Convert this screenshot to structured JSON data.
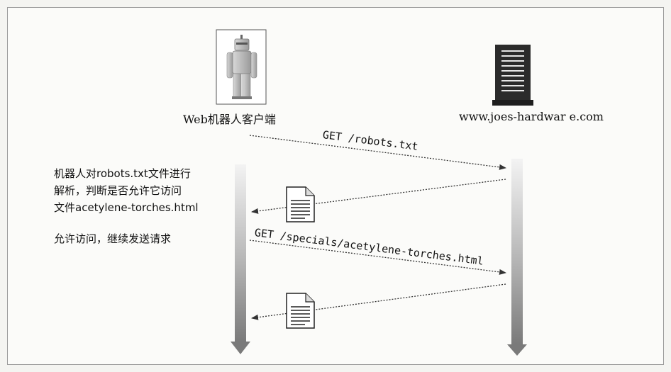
{
  "participants": {
    "client_label": "Web机器人客户端",
    "server_label": "www.joes-hardwar e.com"
  },
  "messages": {
    "request_1": "GET /robots.txt",
    "request_2": "GET /specials/acetylene-torches.html"
  },
  "notes": {
    "parse_line_1": "机器人对robots.txt文件进行",
    "parse_line_2": "解析，判断是否允许它访问",
    "parse_line_3": "文件acetylene-torches.html",
    "allow": "允许访问，继续发送请求"
  },
  "icons": {
    "client": "robot-icon",
    "server": "server-tower-icon",
    "response_1": "document-icon",
    "response_2": "document-icon"
  },
  "colors": {
    "lifeline_top": "#f2f2f2",
    "lifeline_bottom": "#7d7d7d",
    "arrow": "#333333"
  }
}
